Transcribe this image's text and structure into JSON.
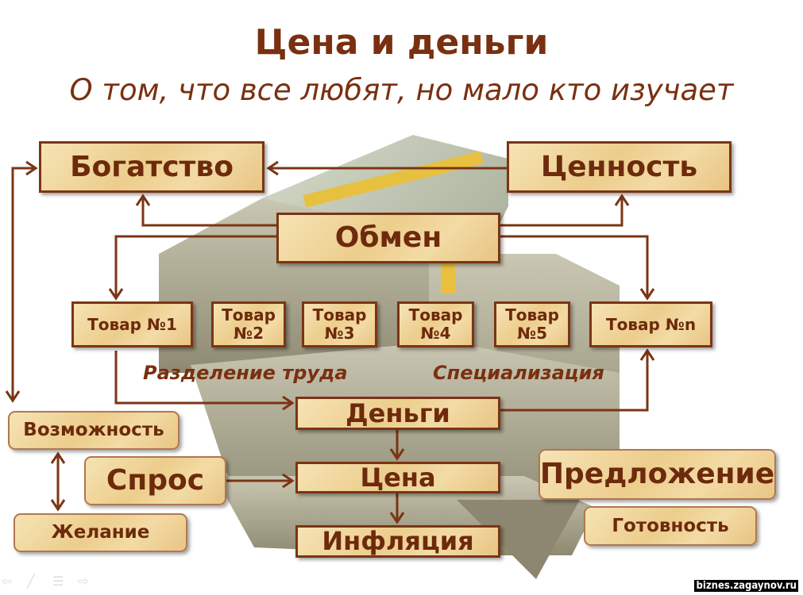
{
  "slide": {
    "title": "Цена и деньги",
    "subtitle": "О том, что все любят, но мало кто изучает"
  },
  "nodes": {
    "wealth": "Богатство",
    "value": "Ценность",
    "exchange": "Обмен",
    "goods": [
      "Товар №1",
      "Товар №2",
      "Товар №3",
      "Товар №4",
      "Товар №5",
      "Товар №n"
    ],
    "money": "Деньги",
    "price": "Цена",
    "inflation": "Инфляция",
    "opportunity": "Возможность",
    "demand": "Спрос",
    "desire": "Желание",
    "supply": "Предложение",
    "readiness": "Готовность"
  },
  "labels": {
    "division_of_labor": "Разделение труда",
    "specialization": "Специализация"
  },
  "watermark": "biznes.zagaynov.ru",
  "colors": {
    "accent": "#7a3010",
    "box_fill": "#eccd8c",
    "arrow": "#7b3514"
  }
}
